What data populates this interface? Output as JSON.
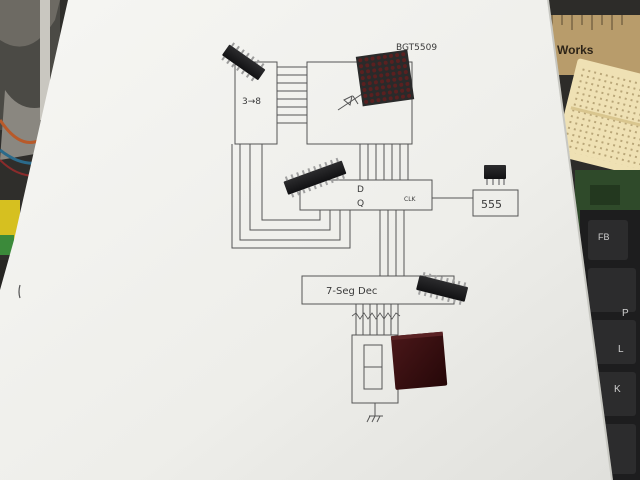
{
  "drawing": {
    "decoder_label": "3→8",
    "matrix_part_number": "BGT5509",
    "latch_d_label": "D",
    "latch_q_label": "Q",
    "latch_clk_label": "CLK",
    "timer_label": "555",
    "seg_decoder_label": "7-Seg Dec"
  },
  "background": {
    "ruler_brand": "Works"
  },
  "keyboard": {
    "keys": [
      "FB",
      "P",
      "L",
      "K"
    ]
  },
  "colors": {
    "paper": "#f1f1ee",
    "ink": "#3a3a3a",
    "chip": "#1b1b1d",
    "led_matrix_face": "#2a2a2a",
    "led_dot": "#5a2020",
    "seven_seg_body": "#3b1214",
    "breadboard": "#efe1b4",
    "ruler": "#b89c6b"
  }
}
